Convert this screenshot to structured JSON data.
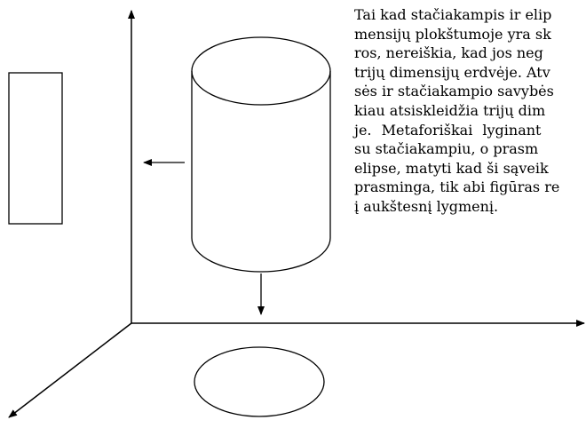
{
  "text": {
    "lines": [
      "Tai kad stačiakampis ir elip",
      "mensijų plokštumoje yra sk",
      "ros, nereiškia, kad jos neg",
      "trijų dimensijų erdvėje. Atv",
      "sės ir stačiakampio savybės",
      "kiau atsiskleidžia trijų dim",
      "je. Metaforiškai lyginant",
      "su stačiakampiu, o prasm",
      "elipse, matyti kad ši sąveik",
      "prasminga, tik abi figūras re",
      "į aukštesnį lygmenį."
    ]
  },
  "colors": {
    "stroke": "#000000",
    "background": "#ffffff"
  }
}
